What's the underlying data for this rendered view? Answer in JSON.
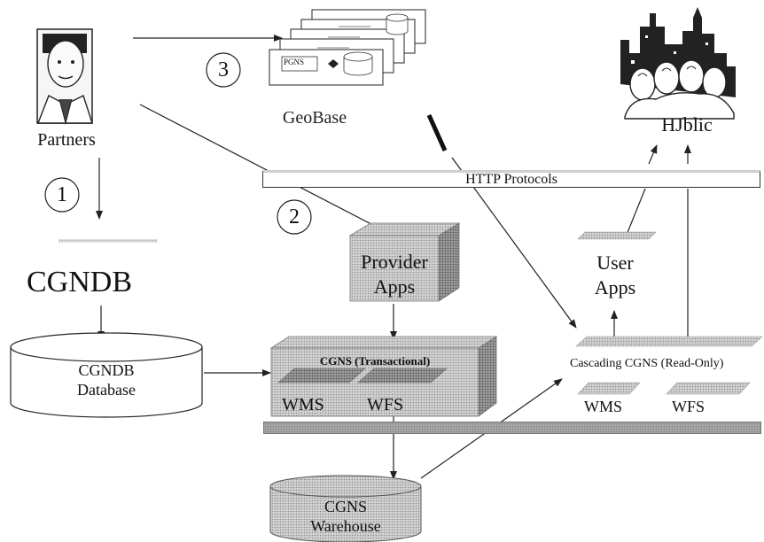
{
  "nodes": {
    "partners": "Partners",
    "geobase": "GeoBase",
    "public": "HJblic",
    "http": "HTTP Protocols",
    "cgndb_title": "CGNDB",
    "cgndb_db_line1": "CGNDB",
    "cgndb_db_line2": "Database",
    "provider_line1": "Provider",
    "provider_line2": "Apps",
    "cgns_trans": "CGNS (Transactional)",
    "wms_left": "WMS",
    "wfs_left": "WFS",
    "user_line1": "User",
    "user_line2": "Apps",
    "cascading": "Cascading CGNS (Read-Only)",
    "wms_right": "WMS",
    "wfs_right": "WFS",
    "warehouse_line1": "CGNS",
    "warehouse_line2": "Warehouse",
    "pgns": "PGNS"
  },
  "steps": {
    "one": "1",
    "two": "2",
    "three": "3"
  }
}
